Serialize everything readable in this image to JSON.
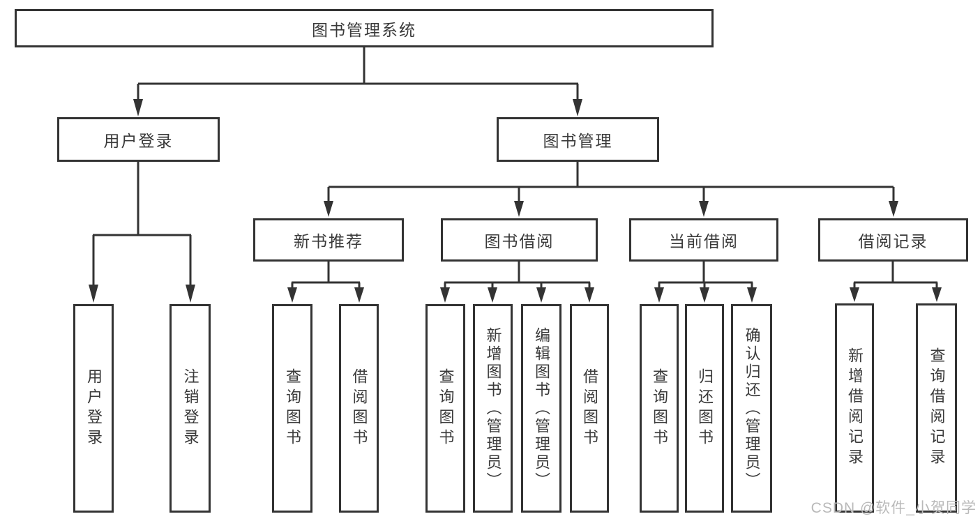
{
  "diagram": {
    "type": "tree-structure-chart",
    "colors": {
      "line": "#333333",
      "box_border": "#333333",
      "text": "#3a3a3a",
      "background": "#ffffff",
      "watermark": "#b9b9b9"
    }
  },
  "tree": {
    "root": {
      "label": "图书管理系统"
    },
    "level1": [
      {
        "label": "用户登录",
        "children": [
          {
            "label": "用户登录"
          },
          {
            "label": "注销登录"
          }
        ]
      },
      {
        "label": "图书管理",
        "children": [
          {
            "label": "新书推荐",
            "children": [
              {
                "label": "查询图书"
              },
              {
                "label": "借阅图书"
              }
            ]
          },
          {
            "label": "图书借阅",
            "children": [
              {
                "label": "查询图书"
              },
              {
                "label": "新增图书（管理员）"
              },
              {
                "label": "编辑图书（管理员）"
              },
              {
                "label": "借阅图书"
              }
            ]
          },
          {
            "label": "当前借阅",
            "children": [
              {
                "label": "查询图书"
              },
              {
                "label": "归还图书"
              },
              {
                "label": "确认归还（管理员）"
              }
            ]
          },
          {
            "label": "借阅记录",
            "children": [
              {
                "label": "新增借阅记录"
              },
              {
                "label": "查询借阅记录"
              }
            ]
          }
        ]
      }
    ]
  },
  "watermark": {
    "text": "CSDN @软件_小贺同学"
  }
}
